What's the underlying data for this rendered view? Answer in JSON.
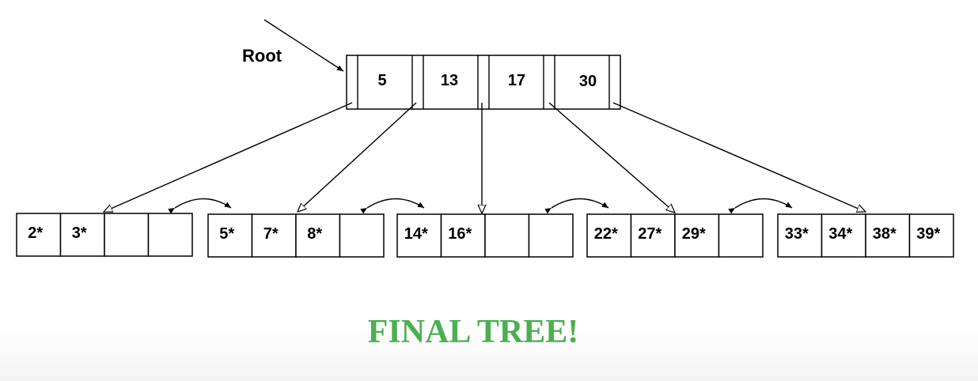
{
  "diagram": {
    "root_label": "Root",
    "root_keys": [
      "5",
      "13",
      "17",
      "30"
    ],
    "leaves": [
      [
        "2*",
        "3*",
        "",
        ""
      ],
      [
        "5*",
        "7*",
        "8*",
        ""
      ],
      [
        "14*",
        "16*",
        "",
        ""
      ],
      [
        "22*",
        "27*",
        "29*",
        ""
      ],
      [
        "33*",
        "34*",
        "38*",
        "39*"
      ]
    ],
    "caption": "FINAL TREE!",
    "caption_color": "#4caf50"
  }
}
